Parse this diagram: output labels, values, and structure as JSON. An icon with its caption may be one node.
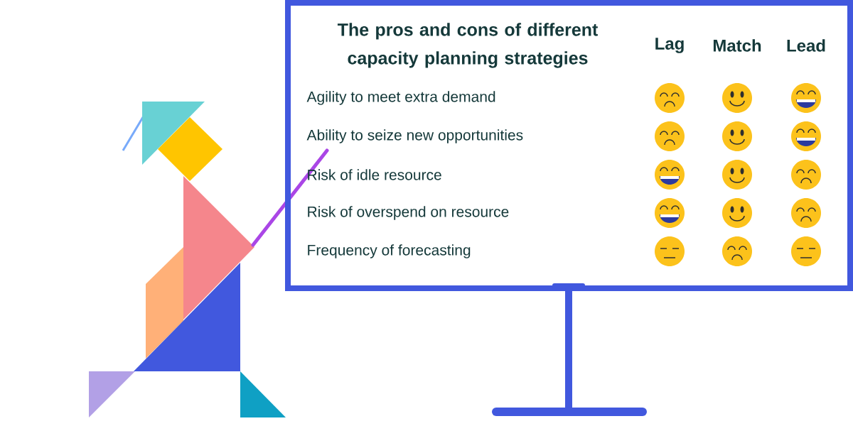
{
  "diagram": {
    "title": "The pros and cons of different capacity planning strategies",
    "labels": [
      "Lag",
      "Match",
      "Lead",
      "Agility to meet extra demand",
      "Ability to seize new opportunities",
      "Risk of idle resource",
      "Risk of overspend on resource",
      "Frequency of forecasting"
    ]
  }
}
